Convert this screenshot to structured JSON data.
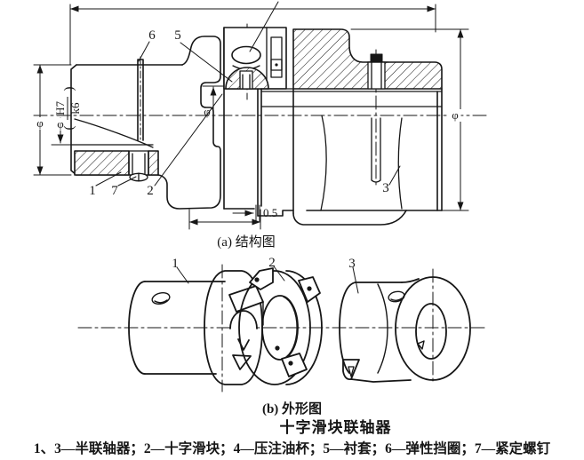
{
  "colors": {
    "ink": "#161616",
    "paper": "#ffffff"
  },
  "figure_a": {
    "caption": "(a) 结构图",
    "part_labels": {
      "p1": "1",
      "p2": "2",
      "p3": "3",
      "p5": "5",
      "p6": "6",
      "p7": "7"
    },
    "dimensions": {
      "fit_upper": "H7",
      "fit_lower": "k6",
      "paren_open": "(",
      "paren_close": ")",
      "gap_value": "0.5",
      "dia_symbol": "φ"
    }
  },
  "figure_b": {
    "caption": "(b) 外形图",
    "part_labels": {
      "p1": "1",
      "p2": "2",
      "p3": "3"
    }
  },
  "title": "十字滑块联轴器",
  "legend": "1、3—半联轴器；2—十字滑块；4—压注油杯；5—衬套；6—弹性挡圈；7—紧定螺钉"
}
